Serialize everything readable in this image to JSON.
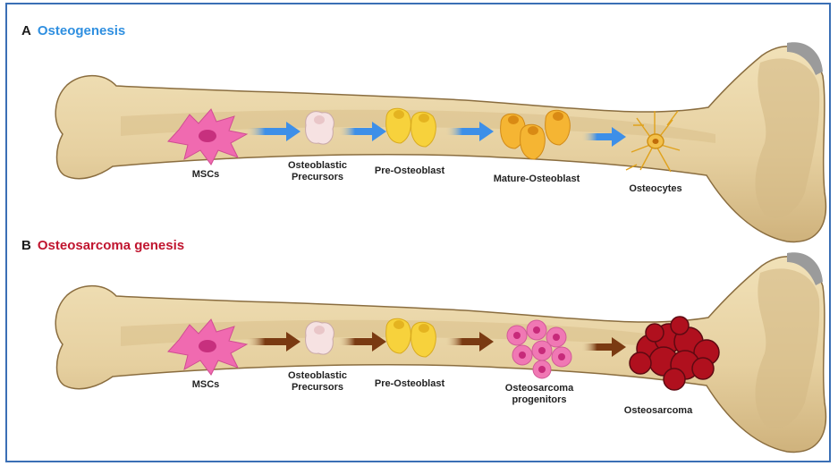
{
  "panel_a": {
    "letter": "A",
    "title": "Osteogenesis",
    "title_color": "#2f8fe0",
    "arrow_color": "#3d8fe8",
    "stages": {
      "s1": "MSCs",
      "s2a": "Osteoblastic",
      "s2b": "Precursors",
      "s3": "Pre-Osteoblast",
      "s4": "Mature-Osteoblast",
      "s5": "Osteocytes"
    }
  },
  "panel_b": {
    "letter": "B",
    "title": "Osteosarcoma genesis",
    "title_color": "#c0152f",
    "arrow_color": "#7a3a12",
    "stages": {
      "s1": "MSCs",
      "s2a": "Osteoblastic",
      "s2b": "Precursors",
      "s3": "Pre-Osteoblast",
      "s4a": "Osteosarcoma",
      "s4b": "progenitors",
      "s5": "Osteosarcoma"
    }
  },
  "colors": {
    "bone_fill": "#e8d4a6",
    "bone_shadow": "#c9ad78",
    "bone_outline": "#8a6d3f",
    "marrow": "#d8bf8a",
    "msc": "#f06ab0",
    "precursor": "#f3dcdc",
    "pre_osteoblast": "#f7d23c",
    "mature_osteoblast": "#f5b533",
    "osteocyte": "#f3c04a",
    "os_progenitor": "#f078b4",
    "tumor": "#b0101e"
  }
}
